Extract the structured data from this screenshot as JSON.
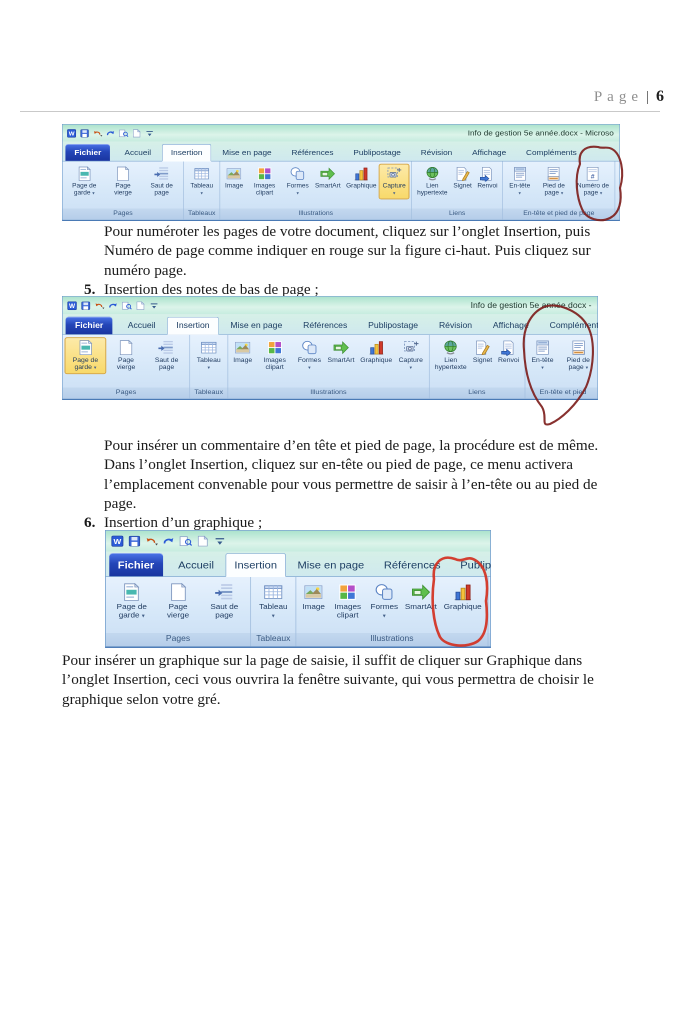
{
  "page_header": {
    "label": "Page",
    "separator": "|",
    "number": "6"
  },
  "annotation_colors": {
    "dark_red": "#7e201d",
    "bright_red": "#d2301f"
  },
  "annotations": [
    {
      "ribbon": 1,
      "around": "Numéro de page"
    },
    {
      "ribbon": 2,
      "around": "En-tête / Pied de page"
    },
    {
      "ribbon": 3,
      "around": "Graphique"
    }
  ],
  "qat_icons": [
    "word-logo",
    "save",
    "undo",
    "redo",
    "print-preview",
    "new-document",
    "customize-toolbar"
  ],
  "ribbons": [
    {
      "window_title": "Info de gestion 5e année.docx - Microso",
      "tabs": [
        {
          "label": "Fichier",
          "style": "file"
        },
        {
          "label": "Accueil"
        },
        {
          "label": "Insertion",
          "style": "selected"
        },
        {
          "label": "Mise en page"
        },
        {
          "label": "Références"
        },
        {
          "label": "Publipostage"
        },
        {
          "label": "Révision"
        },
        {
          "label": "Affichage"
        },
        {
          "label": "Compléments"
        }
      ],
      "groups": [
        {
          "label": "Pages",
          "buttons": [
            {
              "label": "Page de garde",
              "icon": "cover-page",
              "arrow": true
            },
            {
              "label": "Page vierge",
              "icon": "blank-page"
            },
            {
              "label": "Saut de page",
              "icon": "page-break"
            }
          ]
        },
        {
          "label": "Tableaux",
          "buttons": [
            {
              "label": "Tableau",
              "icon": "table",
              "arrow": true
            }
          ]
        },
        {
          "label": "Illustrations",
          "buttons": [
            {
              "label": "Image",
              "icon": "picture"
            },
            {
              "label": "Images clipart",
              "icon": "clipart"
            },
            {
              "label": "Formes",
              "icon": "shapes",
              "arrow": true
            },
            {
              "label": "SmartArt",
              "icon": "smartart"
            },
            {
              "label": "Graphique",
              "icon": "chart"
            },
            {
              "label": "Capture",
              "icon": "screenshot",
              "arrow": true,
              "highlighted": true
            }
          ]
        },
        {
          "label": "Liens",
          "buttons": [
            {
              "label": "Lien hypertexte",
              "icon": "hyperlink-globe"
            },
            {
              "label": "Signet",
              "icon": "bookmark"
            },
            {
              "label": "Renvoi",
              "icon": "cross-reference"
            }
          ]
        },
        {
          "label": "En-tête et pied de page",
          "buttons": [
            {
              "label": "En-tête",
              "icon": "header",
              "arrow": true
            },
            {
              "label": "Pied de page",
              "icon": "footer",
              "arrow": true
            },
            {
              "label": "Numéro de page",
              "icon": "page-number",
              "arrow": true,
              "circled": true
            }
          ]
        }
      ]
    },
    {
      "window_title": "Info de gestion 5e année.docx -",
      "tabs": [
        {
          "label": "Fichier",
          "style": "file"
        },
        {
          "label": "Accueil"
        },
        {
          "label": "Insertion",
          "style": "selected"
        },
        {
          "label": "Mise en page"
        },
        {
          "label": "Références"
        },
        {
          "label": "Publipostage"
        },
        {
          "label": "Révision"
        },
        {
          "label": "Affichage"
        },
        {
          "label": "Compléments"
        }
      ],
      "groups": [
        {
          "label": "Pages",
          "buttons": [
            {
              "label": "Page de garde",
              "icon": "cover-page",
              "arrow": true,
              "highlighted": true
            },
            {
              "label": "Page vierge",
              "icon": "blank-page"
            },
            {
              "label": "Saut de page",
              "icon": "page-break"
            }
          ]
        },
        {
          "label": "Tableaux",
          "buttons": [
            {
              "label": "Tableau",
              "icon": "table",
              "arrow": true
            }
          ]
        },
        {
          "label": "Illustrations",
          "buttons": [
            {
              "label": "Image",
              "icon": "picture"
            },
            {
              "label": "Images clipart",
              "icon": "clipart"
            },
            {
              "label": "Formes",
              "icon": "shapes",
              "arrow": true
            },
            {
              "label": "SmartArt",
              "icon": "smartart"
            },
            {
              "label": "Graphique",
              "icon": "chart"
            },
            {
              "label": "Capture",
              "icon": "screenshot",
              "arrow": true
            }
          ]
        },
        {
          "label": "Liens",
          "buttons": [
            {
              "label": "Lien hypertexte",
              "icon": "hyperlink-globe"
            },
            {
              "label": "Signet",
              "icon": "bookmark"
            },
            {
              "label": "Renvoi",
              "icon": "cross-reference"
            }
          ]
        },
        {
          "label": "En-tête et pied",
          "buttons": [
            {
              "label": "En-tête",
              "icon": "header",
              "arrow": true,
              "circled": true
            },
            {
              "label": "Pied de page",
              "icon": "footer",
              "arrow": true,
              "circled": true
            }
          ]
        }
      ]
    },
    {
      "window_title": "",
      "tabs": [
        {
          "label": "Fichier",
          "style": "file"
        },
        {
          "label": "Accueil"
        },
        {
          "label": "Insertion",
          "style": "selected"
        },
        {
          "label": "Mise en page"
        },
        {
          "label": "Références"
        },
        {
          "label": "Publipos"
        }
      ],
      "groups": [
        {
          "label": "Pages",
          "buttons": [
            {
              "label": "Page de garde",
              "icon": "cover-page",
              "arrow": true
            },
            {
              "label": "Page vierge",
              "icon": "blank-page"
            },
            {
              "label": "Saut de page",
              "icon": "page-break"
            }
          ]
        },
        {
          "label": "Tableaux",
          "buttons": [
            {
              "label": "Tableau",
              "icon": "table",
              "arrow": true
            }
          ]
        },
        {
          "label": "Illustrations",
          "buttons": [
            {
              "label": "Image",
              "icon": "picture"
            },
            {
              "label": "Images clipart",
              "icon": "clipart"
            },
            {
              "label": "Formes",
              "icon": "shapes",
              "arrow": true
            },
            {
              "label": "SmartArt",
              "icon": "smartart"
            },
            {
              "label": "Graphique",
              "icon": "chart",
              "circled": true
            }
          ]
        }
      ]
    }
  ],
  "para_page_numbering": {
    "lines": [
      "Pour numéroter les pages de votre document, cliquez sur l’onglet Insertion, puis",
      "Numéro de page comme indiquer en rouge sur la figure ci-haut. Puis cliquez sur",
      "numéro page."
    ]
  },
  "item5": {
    "number": "5.",
    "text": "Insertion des notes de bas de page ;"
  },
  "para_header_footer": {
    "lines": [
      "Pour insérer un commentaire d’en tête et pied de page, la procédure est de même.",
      "Dans l’onglet Insertion, cliquez sur en-tête ou pied de page, ce menu activera",
      "l’emplacement convenable pour vous permettre de saisir à l’en-tête ou au pied de",
      "page."
    ]
  },
  "item6": {
    "number": "6.",
    "text": "Insertion d’un graphique ;"
  },
  "para_chart": {
    "lines": [
      "Pour insérer un graphique sur la page de saisie, il suffit de cliquer sur Graphique dans",
      "l’onglet Insertion, ceci vous ouvrira la fenêtre suivante, qui vous permettra de choisir le",
      "graphique selon votre gré."
    ]
  }
}
